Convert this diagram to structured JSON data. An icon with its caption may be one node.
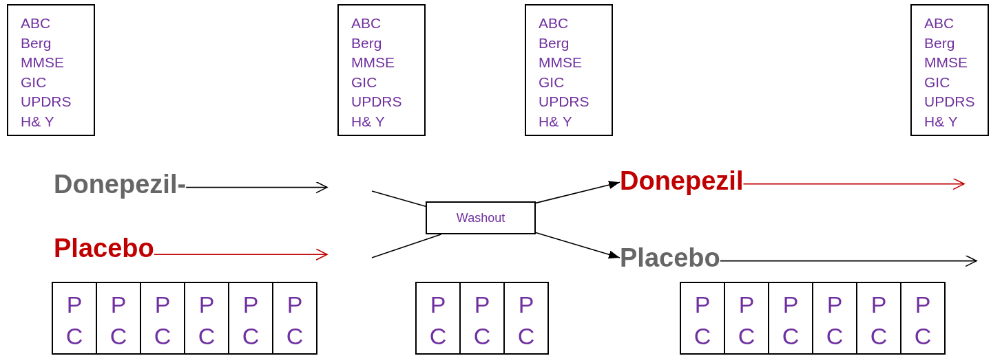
{
  "diagram": {
    "nodes": [
      {
        "text": [
          "ABC",
          "Berg",
          "MMSE",
          "GIC",
          "UPDRS",
          "H& Y"
        ]
      },
      {
        "text": [
          "ABC",
          "Berg",
          "MMSE",
          "GIC",
          "UPDRS",
          "H& Y"
        ]
      },
      {
        "text": [
          "ABC",
          "Berg",
          "MMSE",
          "GIC",
          "UPDRS",
          "H& Y"
        ]
      },
      {
        "text": [
          "ABC",
          "Berg",
          "MMSE",
          "GIC",
          "UPDRS",
          "H& Y"
        ]
      },
      {
        "text": [
          "Donepezil-"
        ]
      },
      {
        "text": [
          "Donepezil"
        ]
      },
      {
        "text": [
          "Washout"
        ]
      },
      {
        "text": [
          "Placebo"
        ]
      },
      {
        "text": [
          "Placebo"
        ]
      },
      {
        "text": [
          "P C"
        ]
      },
      {
        "text": [
          "P C"
        ]
      },
      {
        "text": [
          "P C"
        ]
      },
      {
        "text": [
          "P C"
        ]
      },
      {
        "text": [
          "P C"
        ]
      },
      {
        "text": [
          "P C"
        ]
      },
      {
        "text": [
          "P C"
        ]
      },
      {
        "text": [
          "P C"
        ]
      },
      {
        "text": [
          "P C"
        ]
      },
      {
        "text": [
          "P C"
        ]
      },
      {
        "text": [
          "P C"
        ]
      },
      {
        "text": [
          "P C"
        ]
      },
      {
        "text": [
          "P C"
        ]
      },
      {
        "text": [
          "P C"
        ]
      },
      {
        "text": [
          "P C"
        ]
      }
    ],
    "edges": [
      {
        "from": 4,
        "to": null,
        "arrow": "to"
      },
      {
        "from": 7,
        "to": null,
        "arrow": "to",
        "color": "#c00000"
      },
      {
        "from": null,
        "to": 6,
        "arrow": "none"
      },
      {
        "from": null,
        "to": 6,
        "arrow": "none"
      },
      {
        "from": 6,
        "to": 5,
        "arrow": "to"
      },
      {
        "from": 6,
        "to": 8,
        "arrow": "to"
      },
      {
        "from": 5,
        "to": null,
        "arrow": "to",
        "color": "#c00000"
      },
      {
        "from": 8,
        "to": null,
        "arrow": "to"
      }
    ]
  }
}
